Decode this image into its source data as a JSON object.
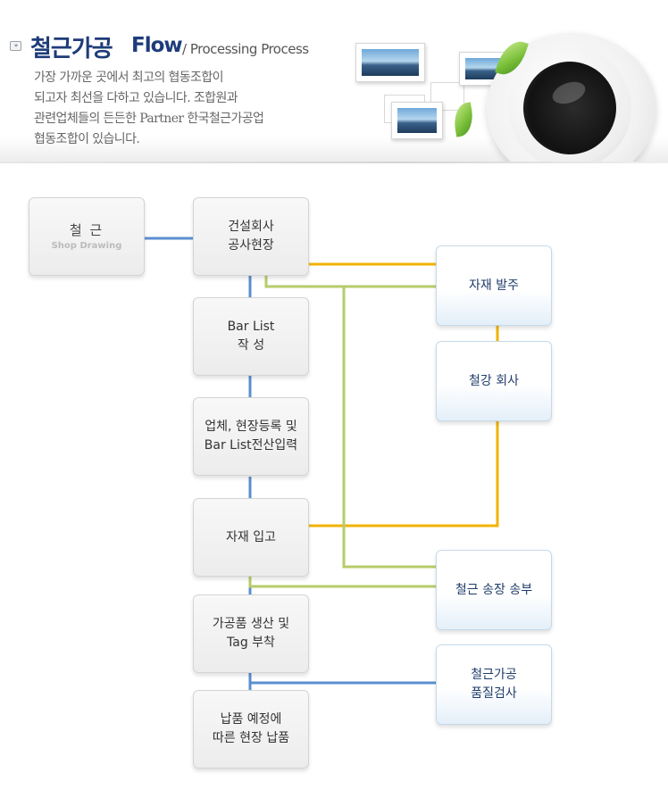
{
  "header": {
    "title_ko": "철근가공",
    "title_flow": "Flow",
    "title_sub": "/ Processing Process",
    "bullet_glyph": "»",
    "intro": "가장 가까운 곳에서 최고의 협동조합이\n되고자 최선을 다하고 있습니다. 조합원과\n관련업체들의 든든한 Partner 한국철근가공업\n협동조합이 있습니다."
  },
  "diagram": {
    "source": {
      "main": "철    근",
      "sub": "Shop Drawing"
    },
    "flow": [
      "건설회사\n공사현장",
      "Bar List\n작      성",
      "업체, 현장등록 및\nBar List전산입력",
      "자재 입고",
      "가공품 생산 및\nTag 부착",
      "납품 예정에\n따른 현장 납품"
    ],
    "side": [
      "자재 발주",
      "철강 회사",
      "철근 송장 송부",
      "철근가공\n품질검사"
    ]
  },
  "colors": {
    "title": "#1e3c7a",
    "line_blue": "#5b8fd0",
    "line_orange": "#f2b300",
    "line_green": "#b6cc6a",
    "side_text": "#1f3c6a"
  },
  "icons": [
    "double-chevron-icon",
    "photo-frame-icon",
    "coffee-cup-icon",
    "leaf-icon"
  ]
}
